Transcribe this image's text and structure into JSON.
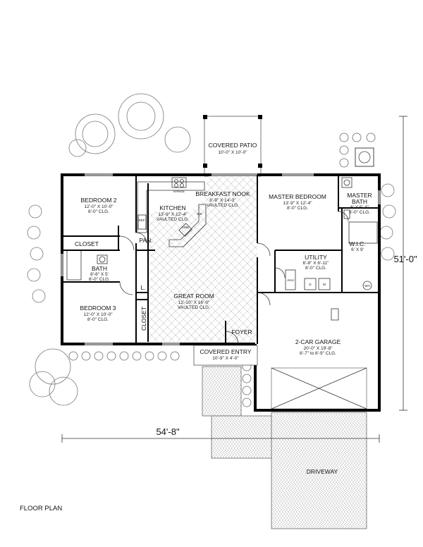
{
  "title": "FLOOR PLAN",
  "dimensions": {
    "width": "54'-8\"",
    "depth": "51'-0\""
  },
  "rooms": {
    "covered_patio": {
      "name": "COVERED PATIO",
      "size": "10'-0\" X 10'-0\""
    },
    "bedroom2": {
      "name": "BEDROOM 2",
      "size": "12'-0\" X 10'-0\"",
      "ceiling": "8'-0\" CLG."
    },
    "kitchen": {
      "name": "KITCHEN",
      "size": "13'-9\" X 12'-4\"",
      "ceiling": "VAULTED CLG."
    },
    "breakfast_nook": {
      "name": "BREAKFAST NOOK",
      "size": "8'-9\" X 14'-3\"",
      "ceiling": "VAULTED CLG."
    },
    "master_bedroom": {
      "name": "MASTER BEDROOM",
      "size": "13'-9\" X 12'-4\"",
      "ceiling": "8'-0\" CLG."
    },
    "master_bath": {
      "name_line1": "MASTER",
      "name_line2": "BATH",
      "size": "6' X 5'-4\"",
      "ceiling": "8'-0\" CLG."
    },
    "closet1": {
      "name": "CLOSET"
    },
    "pan": {
      "name": "PAN."
    },
    "bath": {
      "name": "BATH",
      "size": "8'-6\" X 5'",
      "ceiling": "8'-0\" CLG."
    },
    "wic": {
      "name": "W.I.C.",
      "size": "6' X 9'"
    },
    "utility": {
      "name": "UTILITY",
      "size": "6'-8\" X 6'-11\"",
      "ceiling": "8'-0\" CLG."
    },
    "linen": {
      "name": "L."
    },
    "bedroom3": {
      "name": "BEDROOM 3",
      "size": "12'-0\" X 10'-0\"",
      "ceiling": "8'-0\" CLG."
    },
    "closet2": {
      "name": "CLOSET"
    },
    "great_room": {
      "name": "GREAT ROOM",
      "size": "12'-10\" X 16'-0\"",
      "ceiling": "VAULTED CLG."
    },
    "foyer": {
      "name": "FOYER"
    },
    "garage": {
      "name": "2-CAR GARAGE",
      "size": "20'-0\" X 19'-8\"",
      "ceiling": "8'-7\" to 8'-9\" CLG."
    },
    "covered_entry": {
      "name": "COVERED ENTRY",
      "size": "10'-9\" X 4'-0\""
    },
    "driveway": {
      "name": "DRIVEWAY"
    }
  },
  "fixtures": {
    "range": "RANGE",
    "ref": "REF",
    "dw": "DW",
    "sink": "SINK",
    "wh": "WH",
    "ahu": "AHU",
    "d": "D",
    "w": "W"
  }
}
